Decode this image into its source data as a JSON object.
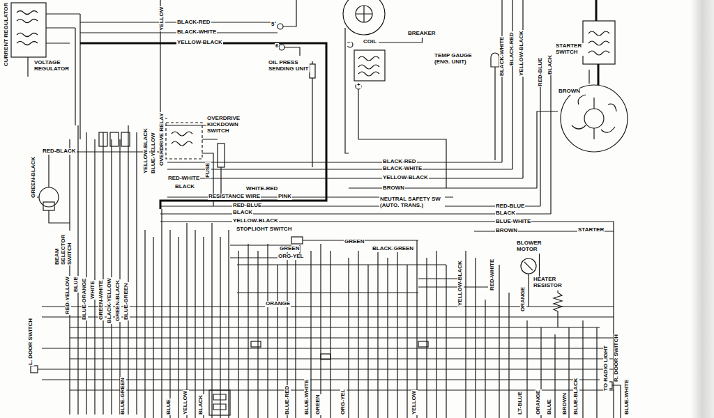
{
  "diagram": {
    "nodes": [
      {
        "text": [
          "CURRENT REGULATOR",
          "VOLTAGE REGULATOR"
        ]
      },
      {
        "text": [
          "OIL PRESS SENDING UNIT"
        ]
      },
      {
        "text": [
          "BREAKER"
        ]
      },
      {
        "text": [
          "COIL"
        ]
      },
      {
        "text": [
          "TEMP GAUGE (ENG. UNIT)"
        ]
      },
      {
        "text": [
          "STARTER SWITCH"
        ]
      },
      {
        "text": [
          "OVERDRIVE RELAY"
        ]
      },
      {
        "text": [
          "OVERDRIVE KICKDOWN SWITCH"
        ]
      },
      {
        "text": [
          "FUSE"
        ]
      },
      {
        "text": [
          "BEAM SELECTOR SWITCH"
        ]
      },
      {
        "text": [
          "STOPLIGHT SWITCH"
        ]
      },
      {
        "text": [
          "NEUTRAL SAFETY SW (AUTO. TRANS.)"
        ]
      },
      {
        "text": [
          "BLOWER MOTOR"
        ]
      },
      {
        "text": [
          "HEATER RESISTOR"
        ]
      },
      {
        "text": [
          "L. DOOR SWITCH"
        ]
      },
      {
        "text": [
          "R. DOOR SWITCH"
        ]
      }
    ],
    "edges": [
      {
        "from": 6,
        "to": 7,
        "arrow": "none"
      },
      {
        "from": 12,
        "to": 13,
        "arrow": "none"
      },
      {
        "from": 3,
        "to": 2,
        "arrow": "none"
      }
    ],
    "labels": [
      "YELLOW",
      "BLACK-RED",
      "BLACK-WHITE",
      "YELLOW-BLACK",
      "5",
      "6",
      "−",
      "+",
      "BLACK-WHITE",
      "BLACK-RED",
      "YELLOW-BLACK",
      "RED-BLUE",
      "BLACK",
      "BROWN",
      "RED-BLACK",
      "GREEN-BLACK",
      "YELLOW-BLACK",
      "BLUE-YELLOW",
      "RED-WHITE",
      "BLACK",
      "WHITE-RED",
      "RESISTANCE WIRE",
      "PINK",
      "BLACK-RED",
      "BLACK-WHITE",
      "YELLOW-BLACK",
      "BROWN",
      "RED-BLUE",
      "BLACK",
      "YELLOW-BLACK",
      "RED-BLUE",
      "BLACK",
      "BLUE-WHITE",
      "BROWN",
      "STARTER",
      "GREEN",
      "ORG-YEL",
      "GREEN",
      "BLACK-GREEN",
      "ORANGE",
      "YELLOW-BLACK",
      "RED-WHITE",
      "ORANGE",
      "RED-YELLOW",
      "BLUE",
      "BLUE-ORANGE",
      "WHITE",
      "GREEN-WHITE",
      "BLACK-YELLOW",
      "GREEN-BLACK",
      "BLUE-GREEN",
      "TO RADIO LIGHT",
      "BLUE-WHITE",
      "BLUE-GREEN",
      "BLUE",
      "YELLOW",
      "BLACK",
      "BLUE-RED",
      "BLUE-WHITE",
      "GREEN",
      "ORG-YEL",
      "YELLOW",
      "LT-BLUE",
      "ORANGE",
      "BLUE",
      "BROWN",
      "BLUE-BLACK"
    ]
  }
}
